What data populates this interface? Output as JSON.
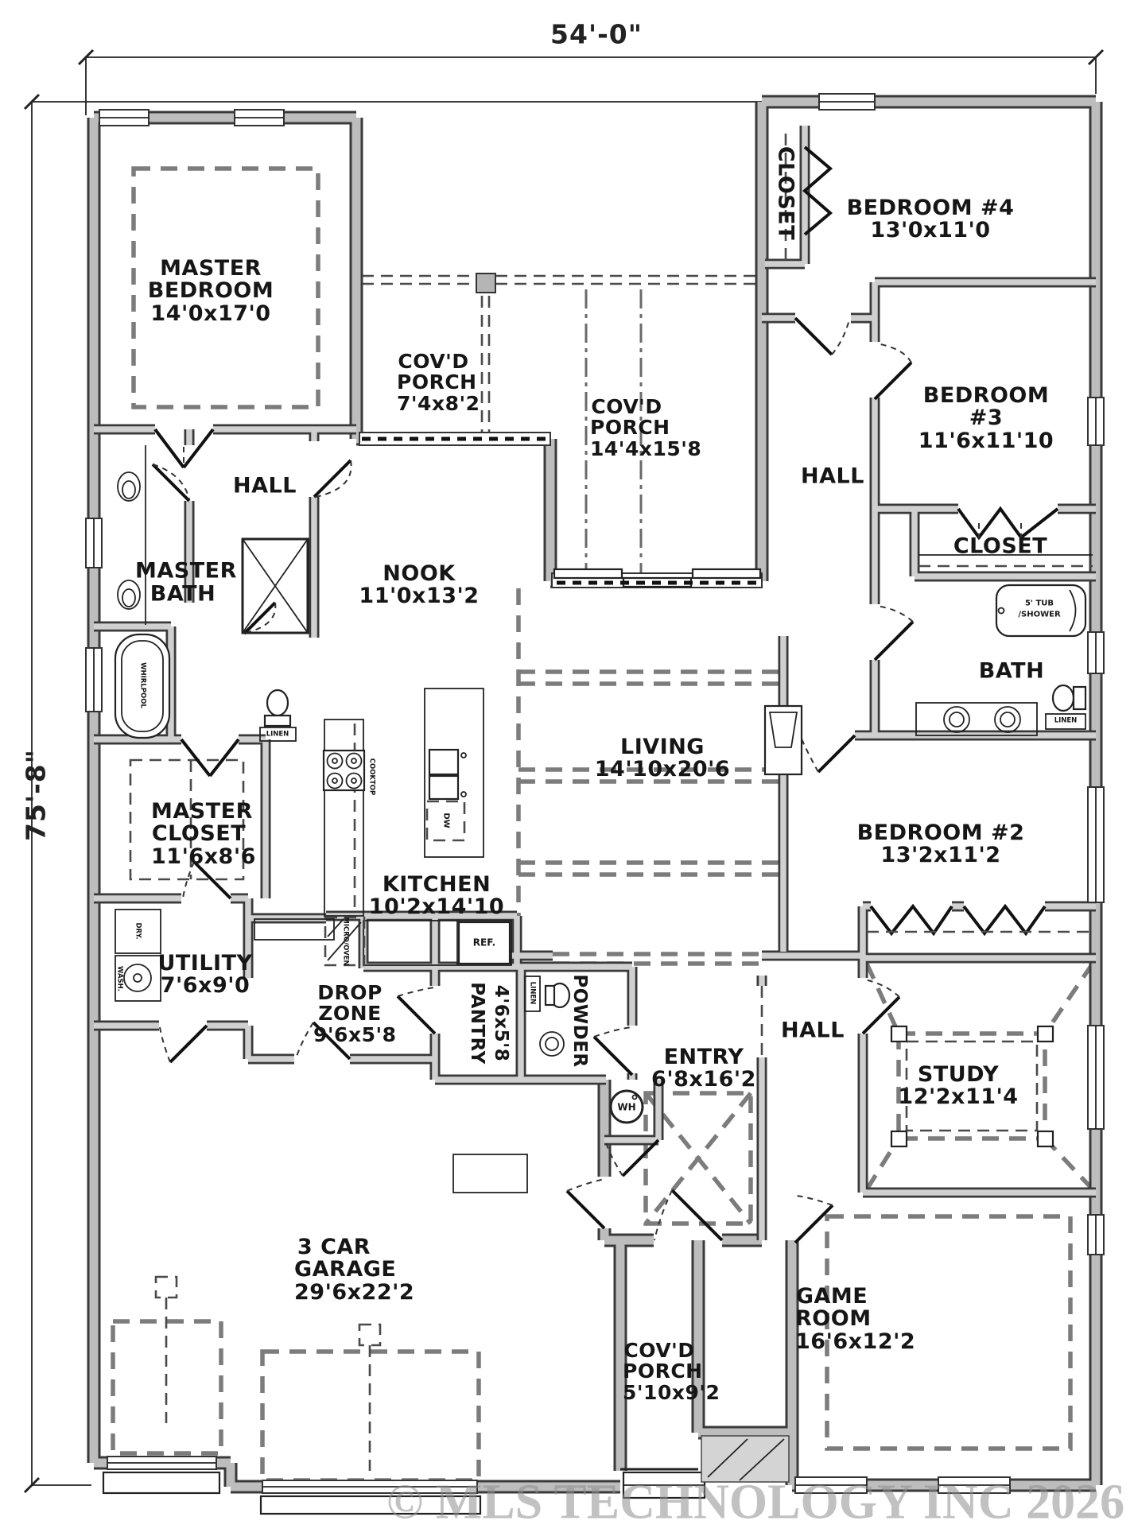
{
  "plan_dimensions": {
    "width": "54'-0\"",
    "height": "75'-8\""
  },
  "watermark": "© MLS TECHNOLOGY INC 2026",
  "rooms": {
    "master_bedroom": {
      "name": "MASTER BEDROOM",
      "dims": "14'0x17'0"
    },
    "porch_rear_small": {
      "name": "COV'D PORCH",
      "dims": "7'4x8'2"
    },
    "porch_rear": {
      "name": "COV'D PORCH",
      "dims": "14'4x15'8"
    },
    "bedroom4": {
      "name": "BEDROOM #4",
      "dims": "13'0x11'0"
    },
    "bedroom4_closet": {
      "name": "CLOSET"
    },
    "bedroom3": {
      "name": "BEDROOM #3",
      "dims": "11'6x11'10"
    },
    "hall_upper": {
      "name": "HALL"
    },
    "closet_right": {
      "name": "CLOSET"
    },
    "bath": {
      "name": "BATH"
    },
    "hall_left": {
      "name": "HALL"
    },
    "master_bath": {
      "name": "MASTER BATH"
    },
    "nook": {
      "name": "NOOK",
      "dims": "11'0x13'2"
    },
    "living": {
      "name": "LIVING",
      "dims": "14'10x20'6"
    },
    "master_closet": {
      "name": "MASTER CLOSET",
      "dims": "11'6x8'6"
    },
    "kitchen": {
      "name": "KITCHEN",
      "dims": "10'2x14'10"
    },
    "bedroom2": {
      "name": "BEDROOM #2",
      "dims": "13'2x11'2"
    },
    "utility": {
      "name": "UTILITY",
      "dims": "7'6x9'0"
    },
    "drop_zone": {
      "name": "DROP ZONE",
      "dims": "9'6x5'8"
    },
    "pantry": {
      "name": "PANTRY",
      "dims": "4'6x5'8"
    },
    "powder": {
      "name": "POWDER"
    },
    "entry": {
      "name": "ENTRY",
      "dims": "6'8x16'2"
    },
    "hall_lower": {
      "name": "HALL"
    },
    "study": {
      "name": "STUDY",
      "dims": "12'2x11'4"
    },
    "garage": {
      "name": "3 CAR GARAGE",
      "dims": "29'6x22'2"
    },
    "porch_front": {
      "name": "COV'D PORCH",
      "dims": "5'10x9'2"
    },
    "game_room": {
      "name": "GAME ROOM",
      "dims": "16'6x12'2"
    }
  },
  "fixtures": {
    "whirlpool": "WHIRLPOOL",
    "linen": "LINEN",
    "cooktop": "COOKTOP",
    "micro_oven": "MICRO/OVEN",
    "dw": "DW",
    "ref": "REF.",
    "wash": "WASH.",
    "dry": "DRY.",
    "wh": "WH",
    "tub_line1": "5' TUB",
    "tub_line2": "/SHOWER"
  }
}
